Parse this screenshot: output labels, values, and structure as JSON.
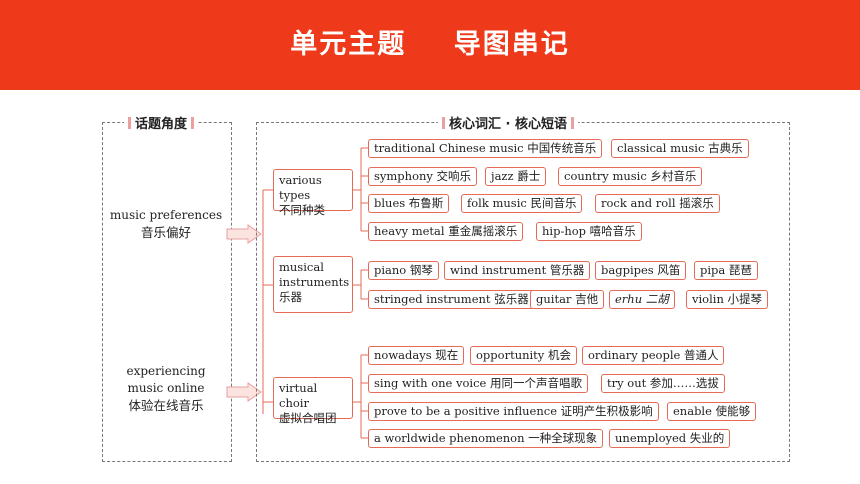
{
  "banner": {
    "title_a": "单元主题",
    "title_b": "导图串记"
  },
  "left_panel": {
    "header": "话题角度",
    "topics": [
      {
        "en": "music preferences",
        "zh": "音乐偏好"
      },
      {
        "en_1": "experiencing",
        "en_2": "music online",
        "zh": "体验在线音乐"
      }
    ]
  },
  "right_panel": {
    "header": "核心词汇 · 核心短语",
    "categories": [
      {
        "en": "various types",
        "zh": "不同种类"
      },
      {
        "en_1": "musical",
        "en_2": "instruments",
        "zh": "乐器"
      },
      {
        "en_1": "virtual choir",
        "zh": "虚拟合唱团"
      }
    ],
    "chips": [
      "traditional Chinese music 中国传统音乐",
      "classical music 古典乐",
      "symphony 交响乐",
      "jazz 爵士",
      "country music 乡村音乐",
      "blues 布鲁斯",
      "folk music 民间音乐",
      "rock and roll 摇滚乐",
      "heavy metal 重金属摇滚乐",
      "hip-hop 嘻哈音乐",
      "piano 钢琴",
      "wind instrument 管乐器",
      "bagpipes 风笛",
      "pipa 琵琶",
      "stringed instrument 弦乐器",
      "guitar 吉他",
      "erhu 二胡",
      "violin 小提琴",
      "nowadays 现在",
      "opportunity 机会",
      "ordinary people 普通人",
      "sing with one voice 用同一个声音唱歌",
      "try out 参加……选拔",
      "prove to be a positive influence 证明产生积极影响",
      "enable 使能够",
      "a worldwide phenomenon 一种全球现象",
      "unemployed 失业的"
    ]
  },
  "colors": {
    "banner": "#ee3a1a",
    "chip_border": "#e56a57",
    "arrow_fill": "#fbe3e0"
  }
}
